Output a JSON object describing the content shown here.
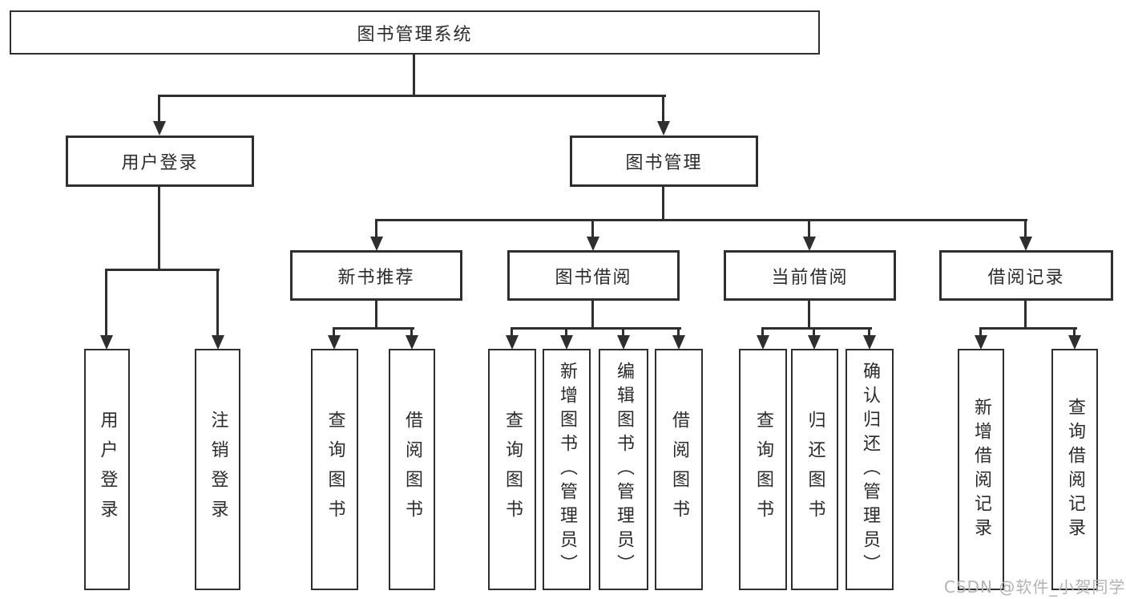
{
  "diagram": {
    "type": "tree",
    "tree": {
      "root": {
        "label": "图书管理系统",
        "children": [
          {
            "label": "用户登录",
            "children": [
              {
                "label": "用户登录"
              },
              {
                "label": "注销登录"
              }
            ]
          },
          {
            "label": "图书管理",
            "children": [
              {
                "label": "新书推荐",
                "children": [
                  {
                    "label": "查询图书"
                  },
                  {
                    "label": "借阅图书"
                  }
                ]
              },
              {
                "label": "图书借阅",
                "children": [
                  {
                    "label": "查询图书"
                  },
                  {
                    "label": "新增图书（管理员）"
                  },
                  {
                    "label": "编辑图书（管理员）"
                  },
                  {
                    "label": "借阅图书"
                  }
                ]
              },
              {
                "label": "当前借阅",
                "children": [
                  {
                    "label": "查询图书"
                  },
                  {
                    "label": "归还图书"
                  },
                  {
                    "label": "确认归还（管理员）"
                  }
                ]
              },
              {
                "label": "借阅记录",
                "children": [
                  {
                    "label": "新增借阅记录"
                  },
                  {
                    "label": "查询借阅记录"
                  }
                ]
              }
            ]
          }
        ]
      }
    },
    "colors": {
      "line": "#2f2f2f",
      "box_border": "#2f2f2f",
      "box_fill": "#ffffff",
      "text": "#2b2b2b",
      "background": "#ffffff"
    }
  },
  "watermark": {
    "text": "CSDN @软件_小贺同学",
    "color": "#b3b3b3"
  }
}
